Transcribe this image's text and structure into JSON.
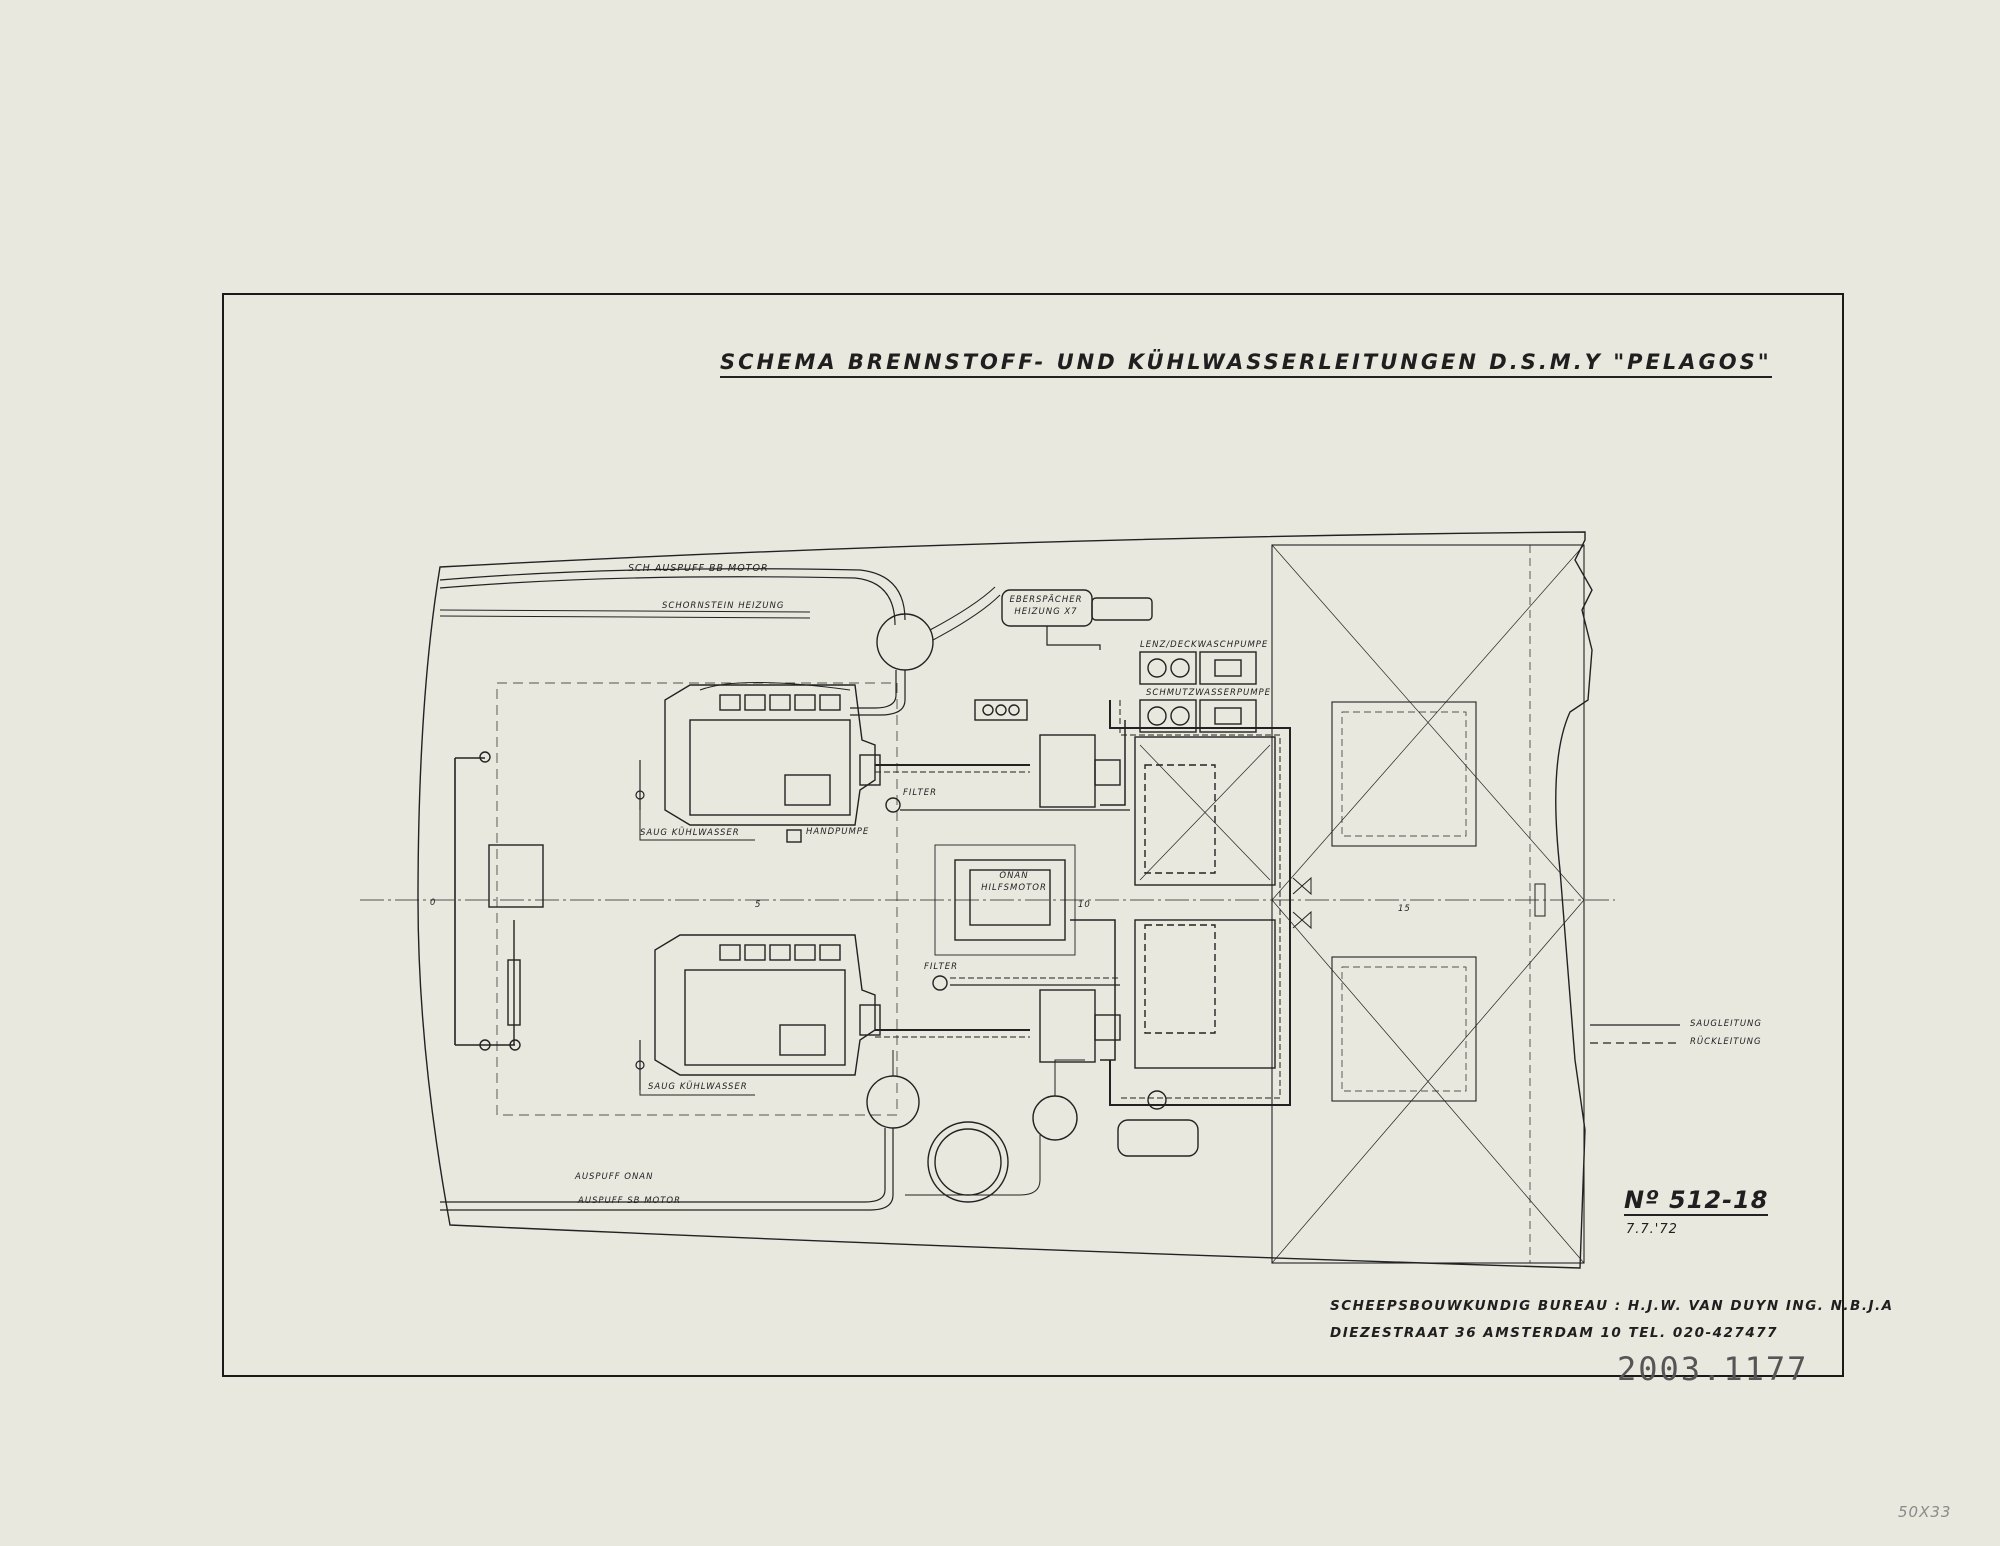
{
  "drawing": {
    "title": "SCHEMA BRENNSTOFF- UND KÜHLWASSERLEITUNGEN D.S.M.Y \"PELAGOS\"",
    "number": "Nº 512-18",
    "date": "7.7.'72"
  },
  "labels": {
    "exhaust_bb": "SCH AUSPUFF BB MOTOR",
    "chimney_heating": "SCHORNSTEIN HEIZUNG",
    "heater": "EBERSPÄCHER HEIZUNG X7",
    "bilge_pump": "LENZ/DECKWASCHPUMPE",
    "dirty_water_pump": "SCHMUTZWASSERPUMPE",
    "filter_top": "FILTER",
    "filter_bottom": "FILTER",
    "suction_top": "SAUG KÜHLWASSER",
    "suction_bottom": "SAUG KÜHLWASSER",
    "hand_pump": "HANDPUMPE",
    "onan": "ONAN HILFSMOTOR",
    "exhaust_onan": "AUSPUFF ONAN",
    "exhaust_sb": "AUSPUFF SB MOTOR"
  },
  "scale_marks": [
    "0",
    "5",
    "10",
    "15"
  ],
  "legend": {
    "solid": "SAUGLEITUNG",
    "dashed": "RÜCKLEITUNG"
  },
  "bureau": {
    "line1": "SCHEEPSBOUWKUNDIG BUREAU : H.J.W. VAN DUYN ING. N.B.J.A",
    "line2": "DIEZESTRAAT 36 AMSTERDAM 10 TEL. 020-427477"
  },
  "inventory": "2003.1177",
  "corner_note": "50x33"
}
